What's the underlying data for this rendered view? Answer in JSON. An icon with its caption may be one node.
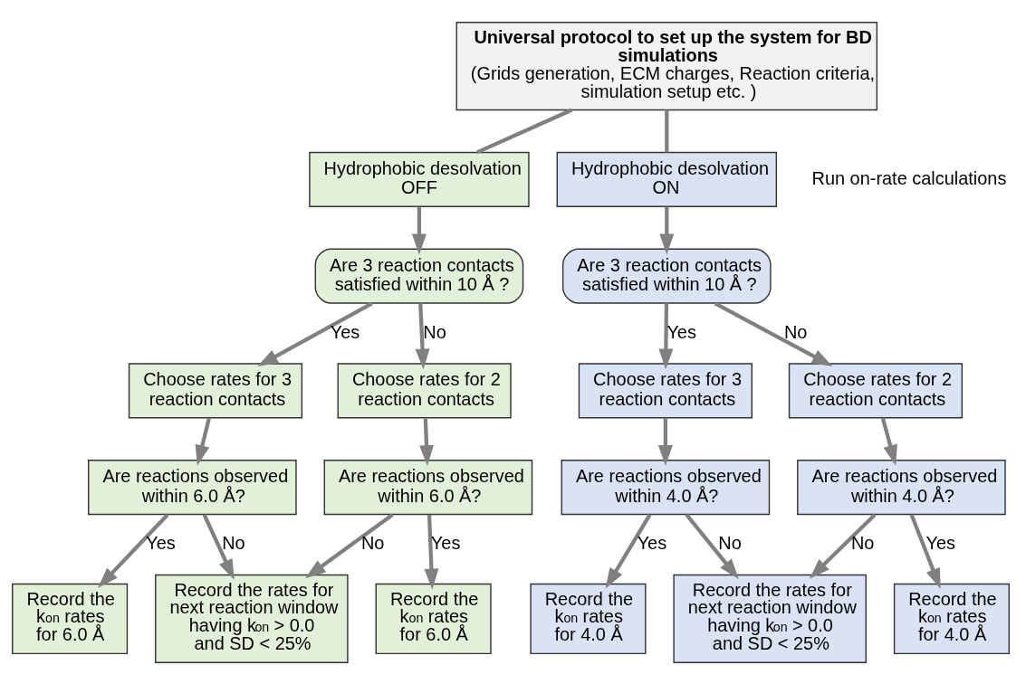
{
  "diagram": {
    "nodes": [
      {
        "text": [
          "Universal protocol to set up the system for BD simulations",
          "(Grids generation, ECM charges, Reaction criteria, simulation setup etc. )"
        ]
      },
      {
        "text": [
          "Hydrophobic desolvation OFF"
        ]
      },
      {
        "text": [
          "Hydrophobic desolvation ON"
        ]
      },
      {
        "text": [
          "Are 3 reaction contacts satisfied within 10 Å ?"
        ]
      },
      {
        "text": [
          "Choose rates for 3 reaction contacts"
        ]
      },
      {
        "text": [
          "Choose rates for 2 reaction contacts"
        ]
      },
      {
        "text": [
          "Are reactions observed within 6.0 Å?"
        ]
      },
      {
        "text": [
          "Are reactions observed within 6.0 Å?"
        ]
      },
      {
        "text": [
          "Record the k$_{on}$ rates for 6.0 Å"
        ]
      },
      {
        "text": [
          "Record the rates for next reaction window having k$_{on}$ > 0.0 and SD < 25%"
        ]
      },
      {
        "text": [
          "Record the k$_{on}$ rates for 6.0 Å"
        ]
      },
      {
        "text": [
          "Are 3 reaction contacts satisfied within 10 Å ?"
        ]
      },
      {
        "text": [
          "Choose rates for 3 reaction contacts"
        ]
      },
      {
        "text": [
          "Choose rates for 2 reaction contacts"
        ]
      },
      {
        "text": [
          "Are reactions observed within 4.0 Å?"
        ]
      },
      {
        "text": [
          "Are reactions observed within 4.0 Å?"
        ]
      },
      {
        "text": [
          "Record the k$_{on}$ rates for 4.0 Å"
        ]
      },
      {
        "text": [
          "Record the rates for next reaction window having k$_{on}$ > 0.0 and SD < 25%"
        ]
      },
      {
        "text": [
          "Record the k$_{on}$ rates for 4.0 Å"
        ]
      }
    ],
    "edges": [
      {
        "from": 0,
        "to": 1,
        "arrow": "none"
      },
      {
        "from": 0,
        "to": 2,
        "arrow": "none"
      },
      {
        "from": 1,
        "to": 3,
        "arrow": "to"
      },
      {
        "from": 3,
        "to": 4,
        "arrow": "to",
        "label": "Yes"
      },
      {
        "from": 3,
        "to": 5,
        "arrow": "to",
        "label": "No"
      },
      {
        "from": 4,
        "to": 6,
        "arrow": "to"
      },
      {
        "from": 5,
        "to": 7,
        "arrow": "to"
      },
      {
        "from": 6,
        "to": 8,
        "arrow": "to",
        "label": "Yes"
      },
      {
        "from": 6,
        "to": 9,
        "arrow": "to",
        "label": "No"
      },
      {
        "from": 7,
        "to": 9,
        "arrow": "to",
        "label": "No"
      },
      {
        "from": 7,
        "to": 10,
        "arrow": "to",
        "label": "Yes"
      },
      {
        "from": 2,
        "to": 11,
        "arrow": "to"
      },
      {
        "from": 11,
        "to": 12,
        "arrow": "to",
        "label": "Yes"
      },
      {
        "from": 11,
        "to": 13,
        "arrow": "to",
        "label": "No"
      },
      {
        "from": 12,
        "to": 14,
        "arrow": "to"
      },
      {
        "from": 13,
        "to": 15,
        "arrow": "to"
      },
      {
        "from": 14,
        "to": 16,
        "arrow": "to",
        "label": "Yes"
      },
      {
        "from": 14,
        "to": 17,
        "arrow": "to",
        "label": "No"
      },
      {
        "from": 15,
        "to": 17,
        "arrow": "to",
        "label": "No"
      },
      {
        "from": 15,
        "to": 18,
        "arrow": "to",
        "label": "Yes"
      }
    ],
    "labels": [
      "Run on-rate calculations"
    ]
  }
}
